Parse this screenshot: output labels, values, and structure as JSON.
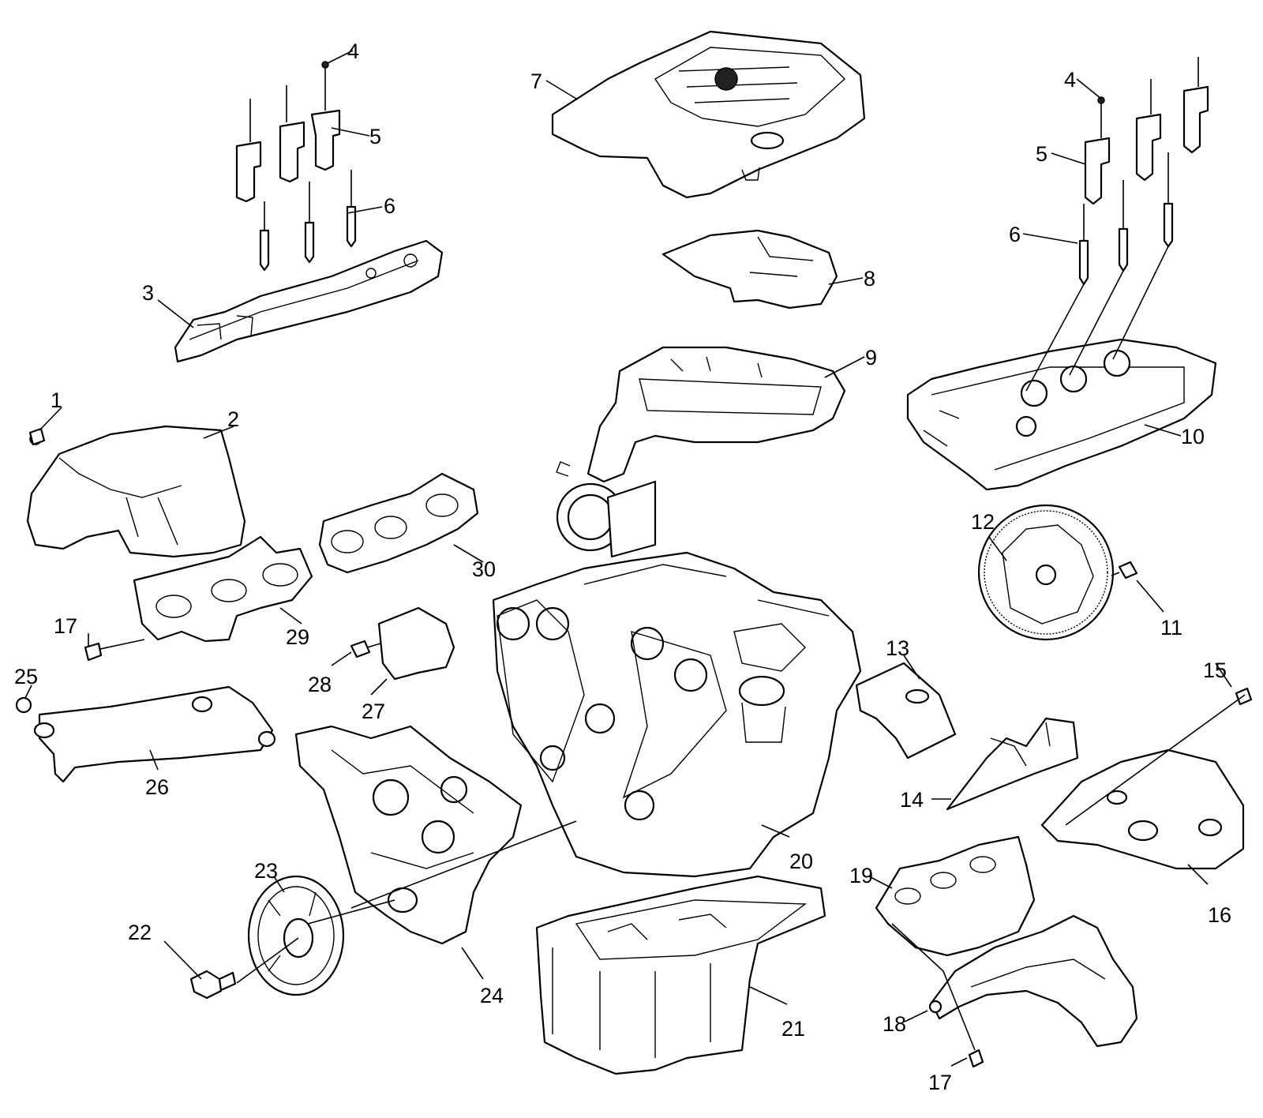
{
  "diagram": {
    "labels": [
      {
        "id": "l1",
        "text": "1"
      },
      {
        "id": "l2",
        "text": "2"
      },
      {
        "id": "l3",
        "text": "3"
      },
      {
        "id": "l4a",
        "text": "4"
      },
      {
        "id": "l5a",
        "text": "5"
      },
      {
        "id": "l6a",
        "text": "6"
      },
      {
        "id": "l7",
        "text": "7"
      },
      {
        "id": "l8",
        "text": "8"
      },
      {
        "id": "l9",
        "text": "9"
      },
      {
        "id": "l10",
        "text": "10"
      },
      {
        "id": "l4b",
        "text": "4"
      },
      {
        "id": "l5b",
        "text": "5"
      },
      {
        "id": "l6b",
        "text": "6"
      },
      {
        "id": "l11",
        "text": "11"
      },
      {
        "id": "l12",
        "text": "12"
      },
      {
        "id": "l13",
        "text": "13"
      },
      {
        "id": "l14",
        "text": "14"
      },
      {
        "id": "l15",
        "text": "15"
      },
      {
        "id": "l16",
        "text": "16"
      },
      {
        "id": "l17a",
        "text": "17"
      },
      {
        "id": "l17b",
        "text": "17"
      },
      {
        "id": "l18",
        "text": "18"
      },
      {
        "id": "l19",
        "text": "19"
      },
      {
        "id": "l20",
        "text": "20"
      },
      {
        "id": "l21",
        "text": "21"
      },
      {
        "id": "l22",
        "text": "22"
      },
      {
        "id": "l23",
        "text": "23"
      },
      {
        "id": "l24",
        "text": "24"
      },
      {
        "id": "l25",
        "text": "25"
      },
      {
        "id": "l26",
        "text": "26"
      },
      {
        "id": "l27",
        "text": "27"
      },
      {
        "id": "l28",
        "text": "28"
      },
      {
        "id": "l29",
        "text": "29"
      },
      {
        "id": "l30",
        "text": "30"
      }
    ]
  }
}
